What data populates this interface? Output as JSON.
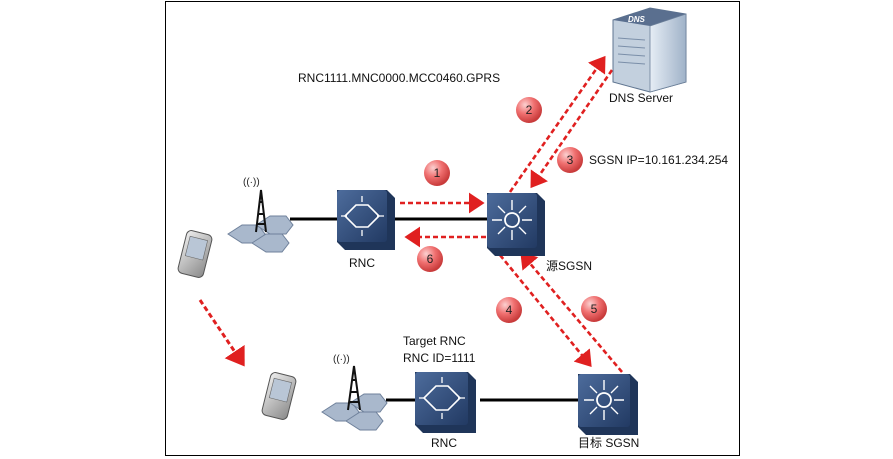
{
  "labels": {
    "rnc_fqdn": "RNC1111.MNC0000.MCC0460.GPRS",
    "dns_server": "DNS Server",
    "dns_logo": "DNS",
    "sgsn_ip": "SGSN IP=10.161.234.254",
    "source_sgsn": "源SGSN",
    "target_sgsn": "目标 SGSN",
    "source_rnc": "RNC",
    "target_rnc": "RNC",
    "target_rnc_title": "Target RNC",
    "target_rnc_id": "RNC ID=1111",
    "antenna_signal": "((·))"
  },
  "steps": [
    "1",
    "2",
    "3",
    "4",
    "5",
    "6"
  ],
  "colors": {
    "arrow": "#e02020",
    "step_circle": "#f06a6a",
    "network_element": "#2f4f82",
    "antenna_hex": "#a9b8cc"
  },
  "icons": {
    "phone": "mobile-phone-icon",
    "antenna": "cell-tower-icon",
    "dns": "dns-server-icon",
    "rnc": "rnc-icon",
    "sgsn": "sgsn-icon"
  }
}
